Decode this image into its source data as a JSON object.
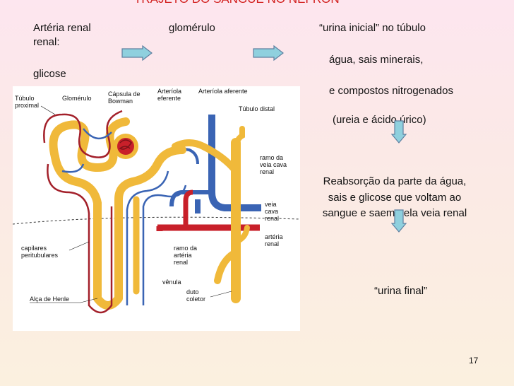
{
  "slide": {
    "title": "TRAJETO DO SANGUE NO NEFRON",
    "page_number": "17"
  },
  "flow": {
    "step1": "Artéria renal",
    "step2": "glomérulo",
    "step3": "“urina inicial” no túbulo",
    "renal": "renal:",
    "agua": "água, sais minerais,",
    "glicose": "glicose",
    "compostos": "e compostos nitrogenados",
    "ureia": "(ureia e ácido úrico)",
    "reabs1": "Reabsorção da parte da água,",
    "reabs2": "sais e glicose que voltam ao",
    "reabs3": "sangue e saem pela veia renal",
    "final": "“urina final”"
  },
  "figure": {
    "labels": {
      "tubulo_proximal_1": "Túbulo",
      "tubulo_proximal_2": "proximal",
      "glomerulo": "Glomérulo",
      "capsula_1": "Cápsula de",
      "capsula_2": "Bowman",
      "arteriola_eferente_1": "Arteríola",
      "arteriola_eferente_2": "eferente",
      "arteriola_aferente": "Arteríola aferente",
      "tubulo_distal": "Túbulo distal",
      "ramo_veia_1": "ramo da",
      "ramo_veia_2": "veia cava",
      "ramo_veia_3": "renal",
      "veia_cava_1": "veia",
      "veia_cava_2": "cava",
      "veia_cava_3": "renal",
      "arteria_renal_1": "artéria",
      "arteria_renal_2": "renal",
      "capilares_1": "capilares",
      "capilares_2": "peritubulares",
      "ramo_arteria_1": "ramo da",
      "ramo_arteria_2": "artéria",
      "ramo_arteria_3": "renal",
      "venula": "vênula",
      "duto_1": "duto",
      "duto_2": "coletor",
      "alca_henle": "Alça de Henle"
    }
  },
  "colors": {
    "title": "#d2201e",
    "arrow_fill": "#8fd0de",
    "arrow_stroke": "#5e7fa0",
    "tubule": "#f0b93a",
    "artery": "#c8202a",
    "vein": "#3a64b4",
    "capillary": "#a3202a"
  }
}
